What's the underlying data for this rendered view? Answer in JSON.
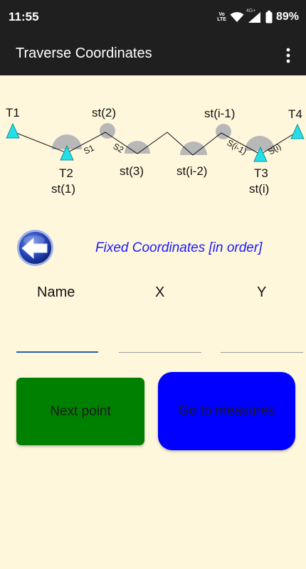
{
  "status_bar": {
    "time": "11:55",
    "volte_top": "Vo",
    "volte_bottom": "LTE",
    "network": "4G+",
    "battery": "89%"
  },
  "app_bar": {
    "title": "Traverse Coordinates",
    "menu_icon": "more-vert-icon"
  },
  "diagram": {
    "labels": {
      "t1": "T1",
      "t4": "T4",
      "t2": "T2",
      "st1": "st(1)",
      "st2": "st(2)",
      "st3": "st(3)",
      "st_i_minus_2": "st(i-2)",
      "st_i_minus_1": "st(i-1)",
      "t3": "T3",
      "st_i": "st(i)",
      "s1": "S1",
      "s2": "S2",
      "s_i_minus_1": "S(i-1)",
      "s_i": "S(i)"
    },
    "colors": {
      "triangle": "#22e0e8",
      "angle": "#b8b8b8"
    }
  },
  "back_button_icon": "back-arrow-icon",
  "section_title": "Fixed Coordinates [in order]",
  "columns": {
    "name": "Name",
    "x": "X",
    "y": "Y"
  },
  "inputs": {
    "name_value": "",
    "x_value": "",
    "y_value": ""
  },
  "buttons": {
    "next_point": "Next point",
    "go_to_measures": "Go to measures"
  },
  "colors": {
    "app_bar": "#1f1f1f",
    "background": "#fff7dc",
    "title_blue": "#1a1aff",
    "next_green": "#008000",
    "measures_blue": "#0000ff"
  }
}
